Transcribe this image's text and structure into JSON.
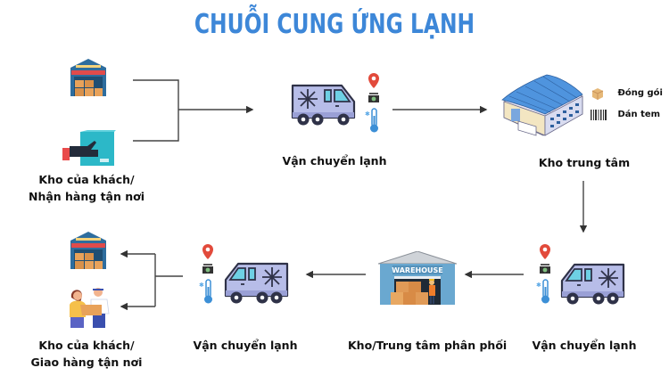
{
  "title": "CHUỖI CUNG ỨNG LẠNH",
  "colors": {
    "title": "#3d87d8",
    "line": "#333333",
    "truck_body": "#b7bde8",
    "truck_outline": "#2f3248",
    "pin": "#e24a3b",
    "thermo": "#3c8fd6"
  },
  "nodes": {
    "customer_pickup": {
      "label_line1": "Kho của khách/",
      "label_line2": "Nhận hàng tận nơi",
      "icons": [
        "warehouse-icon",
        "hand-box-icon"
      ]
    },
    "transport_1": {
      "label": "Vận chuyển lạnh",
      "icons": [
        "refrigerated-truck-icon",
        "location-pin-icon",
        "dashcam-icon",
        "thermometer-icon"
      ]
    },
    "central_warehouse": {
      "label": "Kho trung tâm",
      "services": [
        {
          "icon": "box-icon",
          "label": "Đóng gói"
        },
        {
          "icon": "barcode-icon",
          "label": "Dán tem"
        }
      ]
    },
    "transport_2": {
      "label": "Vận chuyển lạnh"
    },
    "distribution_center": {
      "label": "Kho/Trung tâm phân phối",
      "sign": "WAREHOUSE"
    },
    "transport_3": {
      "label": "Vận chuyển lạnh"
    },
    "customer_delivery": {
      "label_line1": "Kho của khách/",
      "label_line2": "Giao hàng tận nơi",
      "icons": [
        "warehouse-icon",
        "delivery-people-icon"
      ]
    }
  }
}
